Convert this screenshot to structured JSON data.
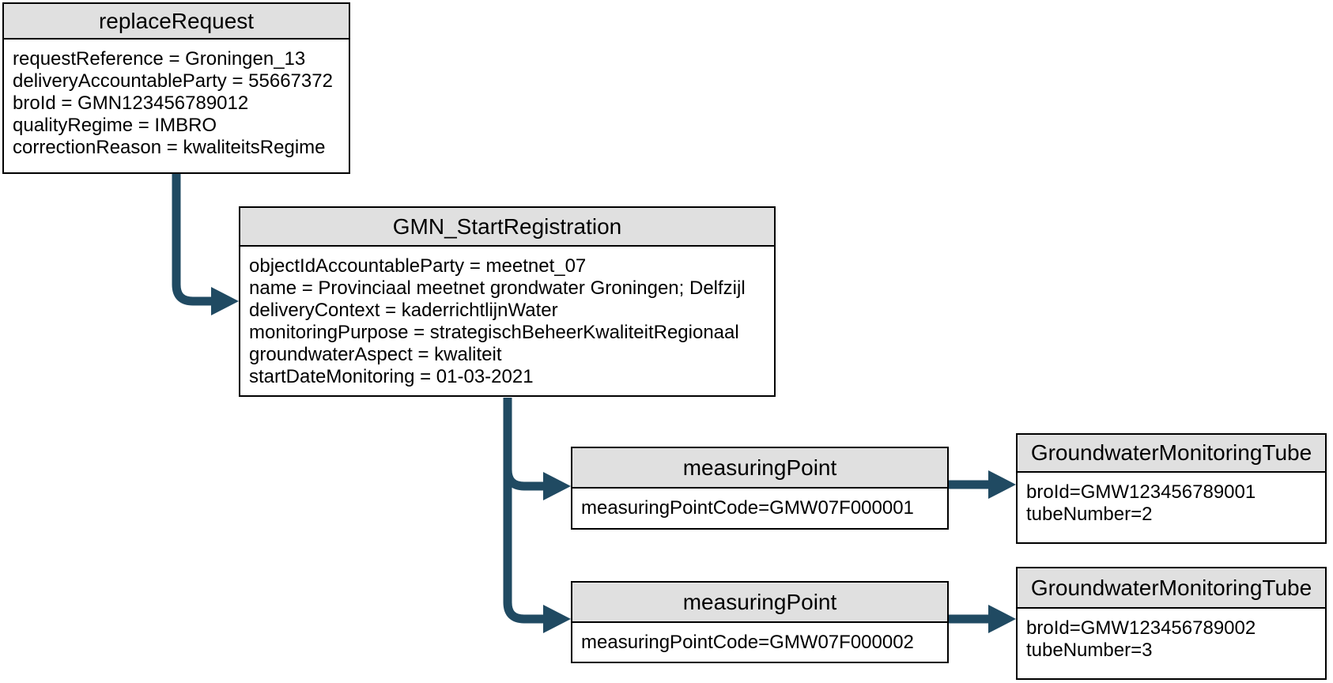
{
  "diagram": {
    "colors": {
      "background": "#ffffff",
      "arrow": "#204a62",
      "node_header_bg": "#e0e0e0",
      "node_border": "#000000",
      "text": "#000000"
    },
    "nodes": {
      "replaceRequest": {
        "title": "replaceRequest",
        "lines": [
          "requestReference = Groningen_13",
          "deliveryAccountableParty = 55667372",
          "broId = GMN123456789012",
          "qualityRegime = IMBRO",
          "correctionReason = kwaliteitsRegime"
        ]
      },
      "gmnStartRegistration": {
        "title": "GMN_StartRegistration",
        "lines": [
          "objectIdAccountableParty = meetnet_07",
          "name = Provinciaal meetnet grondwater Groningen; Delfzijl",
          "deliveryContext = kaderrichtlijnWater",
          "monitoringPurpose = strategischBeheerKwaliteitRegionaal",
          "groundwaterAspect = kwaliteit",
          "startDateMonitoring = 01-03-2021"
        ]
      },
      "measuringPoint1": {
        "title": "measuringPoint",
        "lines": [
          "measuringPointCode=GMW07F000001"
        ]
      },
      "measuringPoint2": {
        "title": "measuringPoint",
        "lines": [
          "measuringPointCode=GMW07F000002"
        ]
      },
      "tube1": {
        "title": "GroundwaterMonitoringTube",
        "lines": [
          "broId=GMW123456789001",
          "tubeNumber=2"
        ]
      },
      "tube2": {
        "title": "GroundwaterMonitoringTube",
        "lines": [
          "broId=GMW123456789002",
          "tubeNumber=3"
        ]
      }
    }
  }
}
